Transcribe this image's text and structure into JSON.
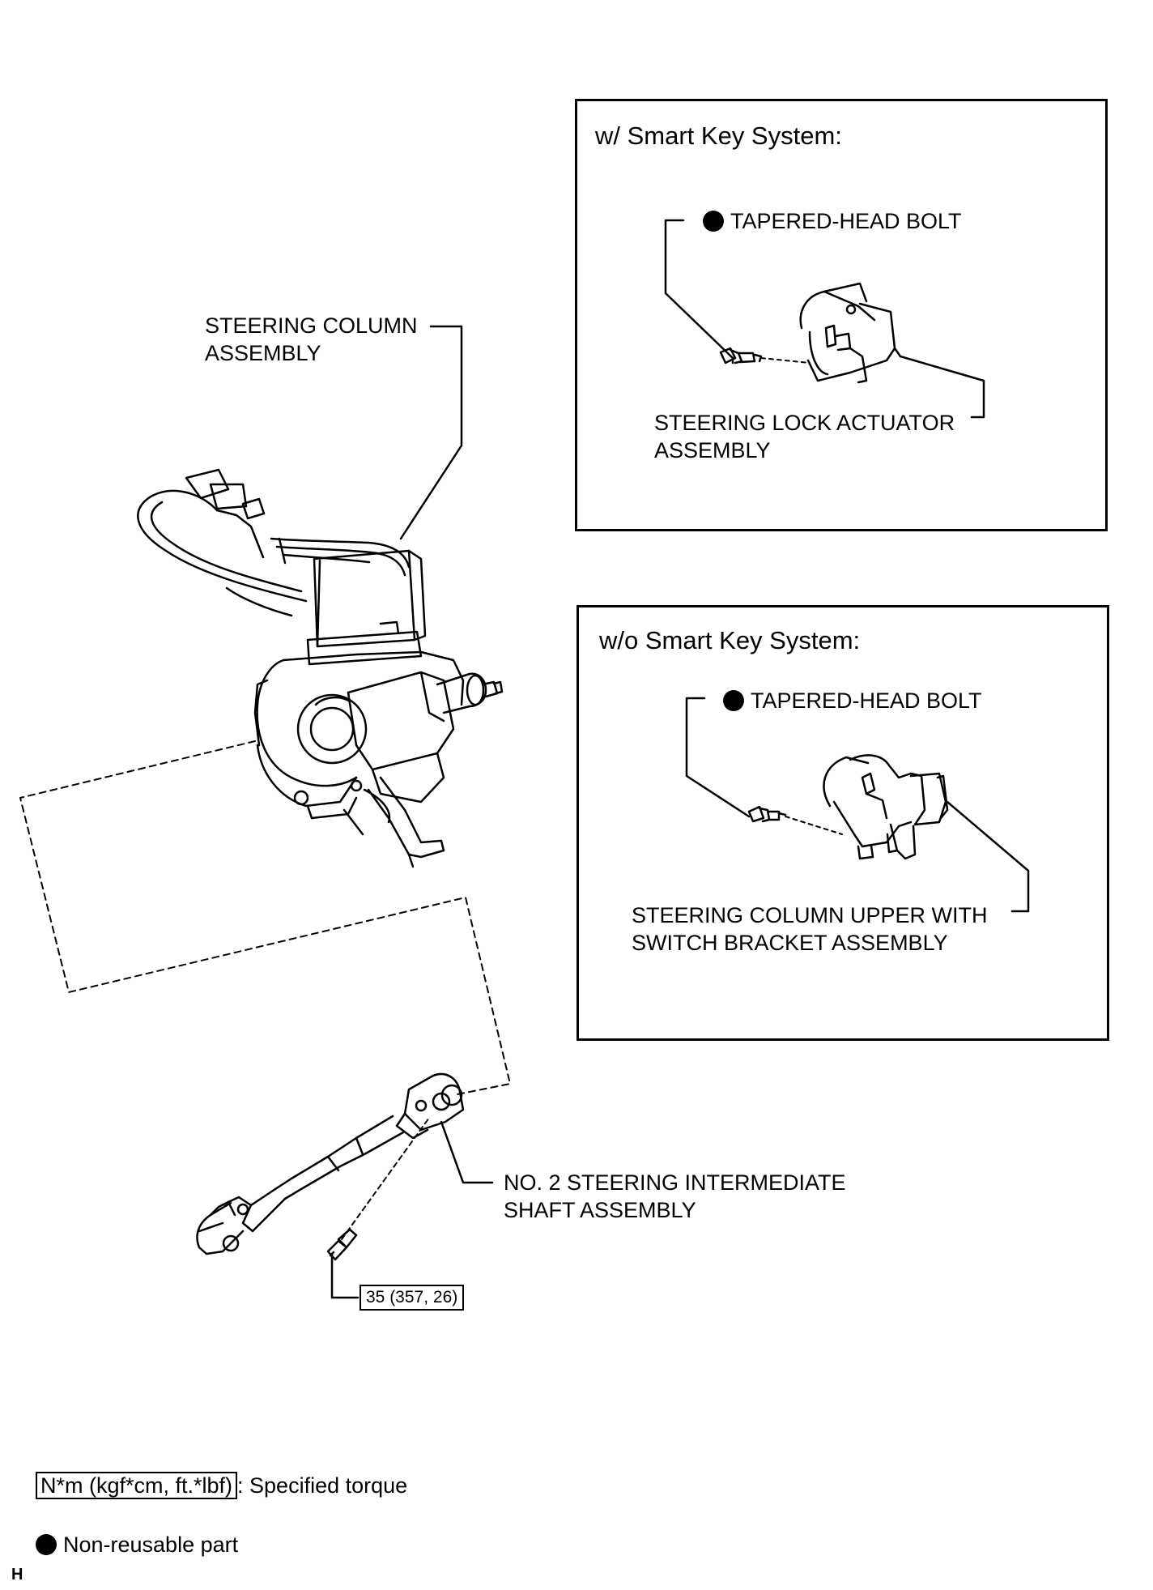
{
  "panels": {
    "smart_key": {
      "title": "w/ Smart Key System:",
      "bolt_label": "TAPERED-HEAD BOLT",
      "part_label_line1": "STEERING LOCK ACTUATOR",
      "part_label_line2": "ASSEMBLY"
    },
    "no_smart_key": {
      "title": "w/o Smart Key System:",
      "bolt_label": "TAPERED-HEAD BOLT",
      "part_label_line1": "STEERING COLUMN UPPER WITH",
      "part_label_line2": "SWITCH BRACKET ASSEMBLY"
    }
  },
  "main_labels": {
    "column_line1": "STEERING COLUMN",
    "column_line2": "ASSEMBLY",
    "shaft_line1": "NO. 2 STEERING INTERMEDIATE",
    "shaft_line2": "SHAFT ASSEMBLY",
    "torque_value": "35 (357, 26)"
  },
  "legend": {
    "torque_units": "N*m (kgf*cm, ft.*lbf)",
    "torque_text": ": Specified torque",
    "nonreusable_text": "Non-reusable part"
  },
  "corner_code": "H"
}
